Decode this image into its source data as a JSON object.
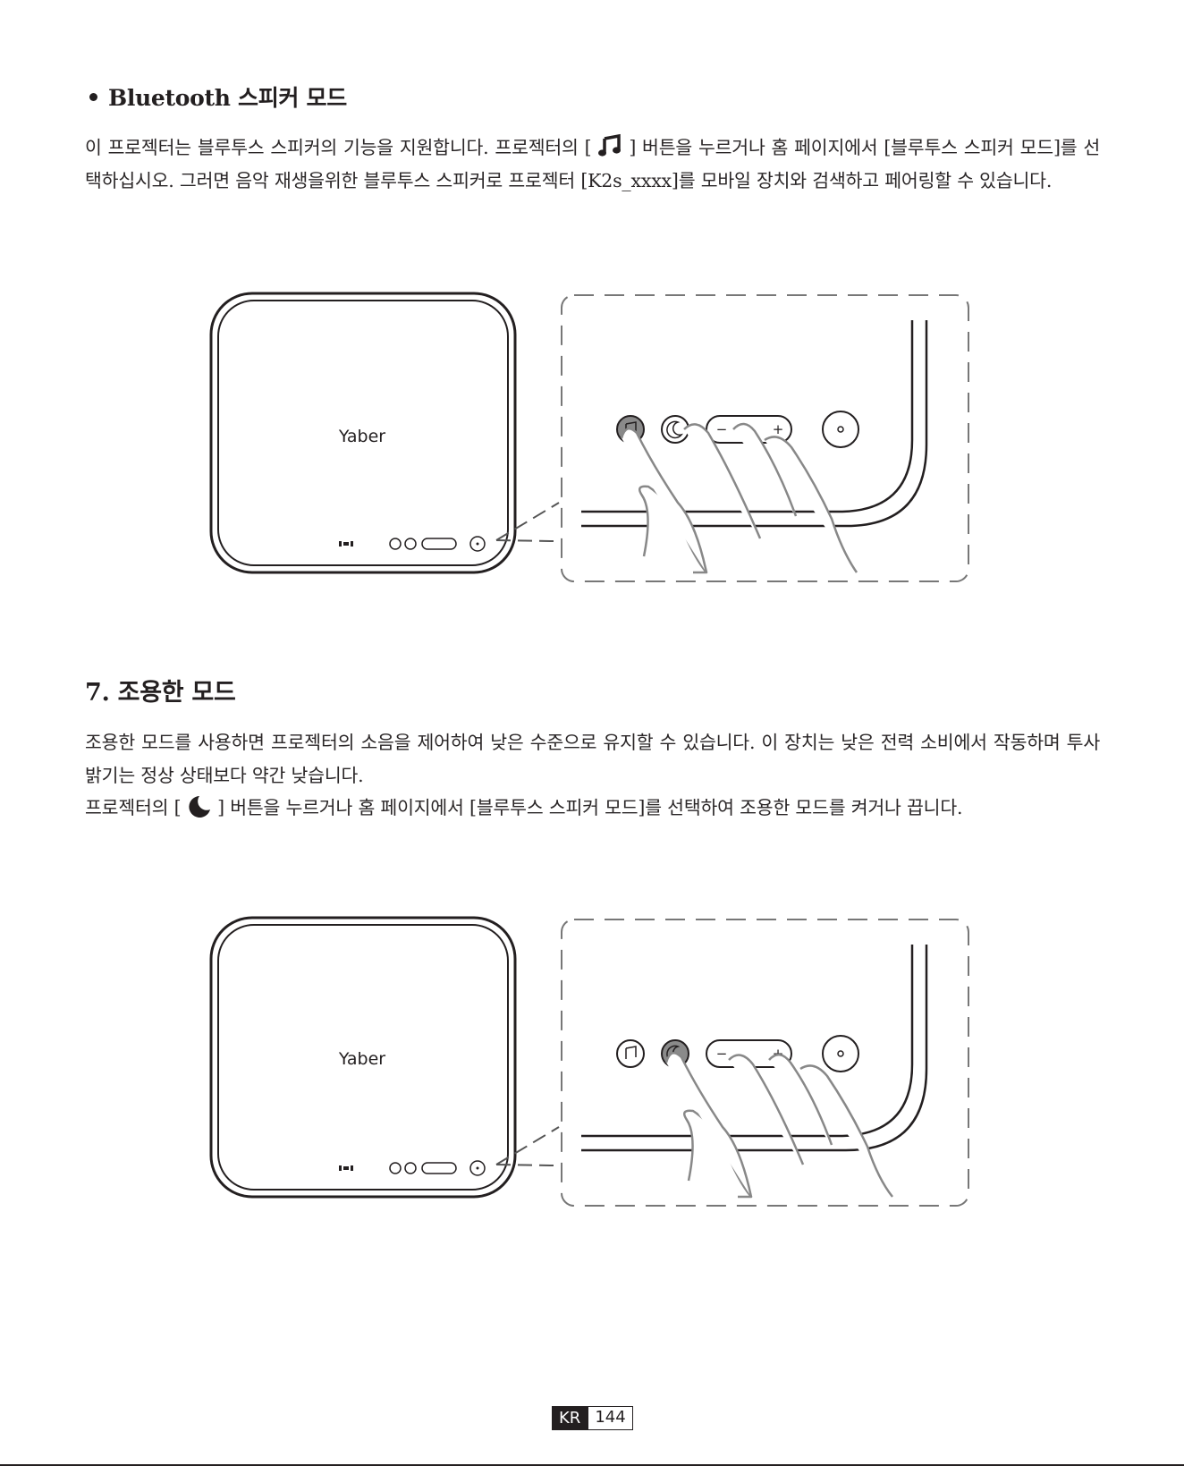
{
  "bluetooth": {
    "heading": "Bluetooth 스피커 모드",
    "para_a": "이 프로젝터는 블루투스 스피커의 기능을 지원합니다. 프로젝터의 [",
    "para_b": "] 버튼을 누르거나 홈 페이지에서 [블루투스 스피커 모드]를 선택하십시오. 그러면 음악 재생을위한 블루투스 스피커로 프로젝터 [K2s_xxxx]를 모바일 장치와 검색하고 페어링할 수 있습니다."
  },
  "quiet": {
    "heading": "7. 조용한 모드",
    "para1": "조용한 모드를 사용하면 프로젝터의 소음을 제어하여 낮은 수준으로 유지할 수 있습니다. 이 장치는 낮은 전력 소비에서 작동하며 투사 밝기는 정상 상태보다 약간 낮습니다.",
    "para2_a": "프로젝터의 [",
    "para2_b": "] 버튼을 누르거나 홈 페이지에서 [블루투스 스피커 모드]를 선택하여 조용한 모드를 켜거나 끕니다."
  },
  "figure": {
    "brand": "Yaber",
    "minus": "−",
    "plus": "+"
  },
  "page": {
    "lang": "KR",
    "number": "144"
  }
}
